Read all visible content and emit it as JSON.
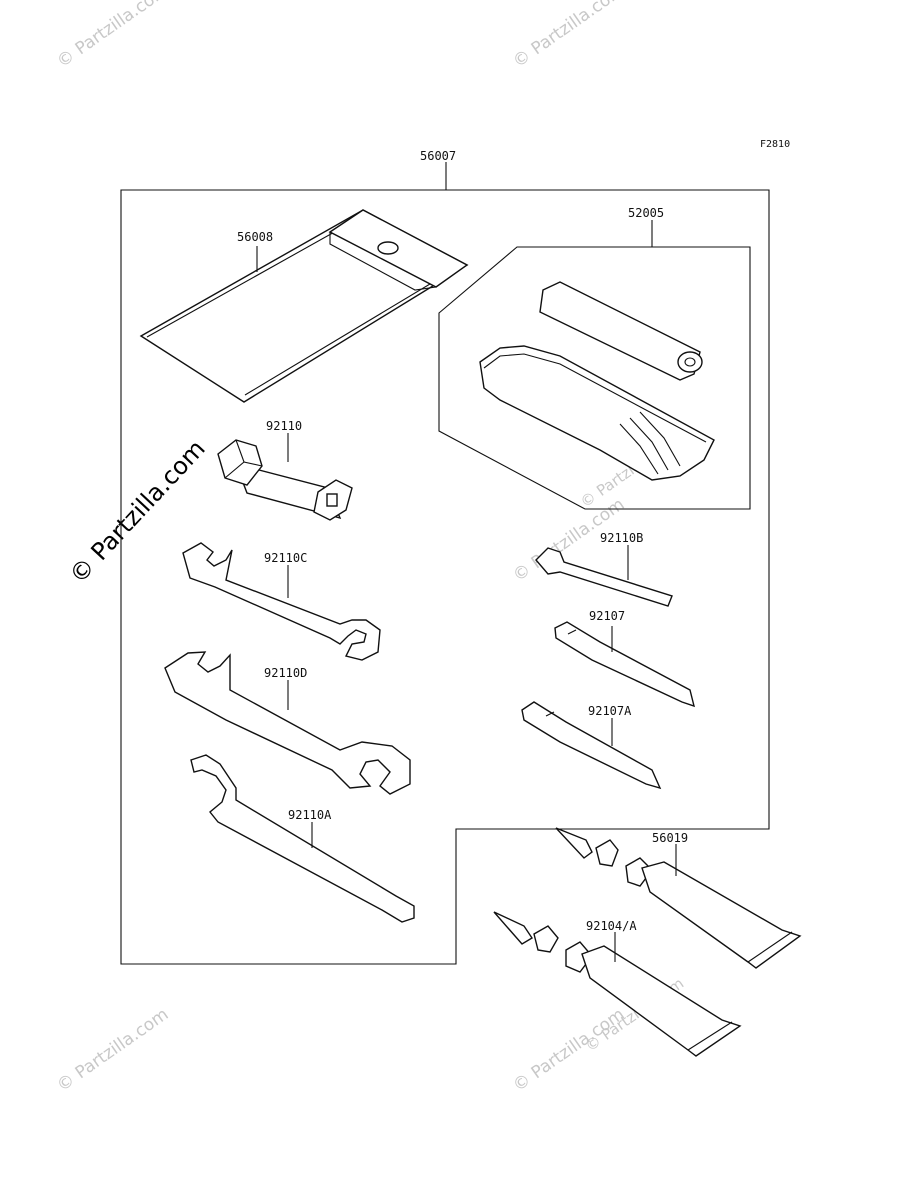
{
  "figure_code": "F2810",
  "assembly_label": "56007",
  "kit_label": "52005",
  "parts": {
    "pouch": "56008",
    "plug_wrench": "92110",
    "wrench_c": "92110C",
    "wrench_d": "92110D",
    "hook_wrench": "92110A",
    "hex_key": "92110B",
    "screwdriver_1": "92107",
    "screwdriver_2": "92107A",
    "grease_1": "56019",
    "grease_2": "92104/A"
  },
  "watermarks": {
    "small": "© Partzilla.com",
    "large": "© Partzilla.com"
  }
}
